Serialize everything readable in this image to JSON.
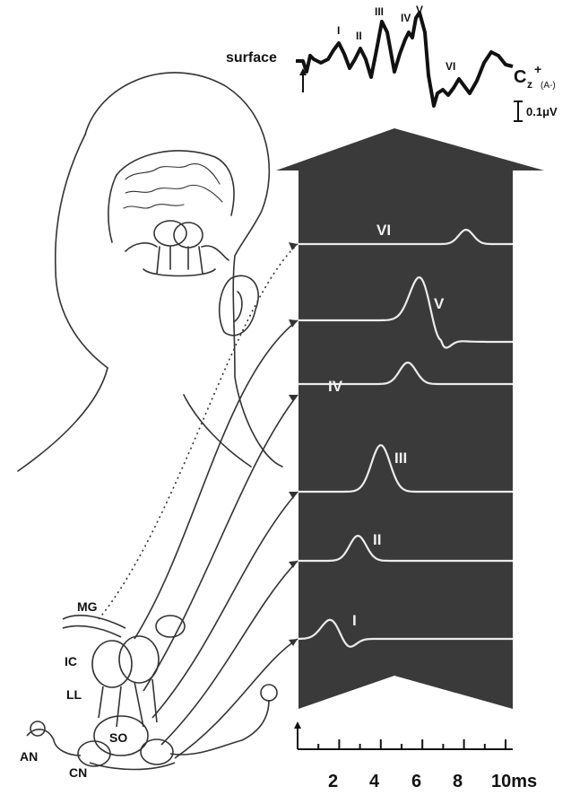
{
  "surface_trace": {
    "label": "surface",
    "electrode_label": "C",
    "electrode_sub": "z",
    "electrode_sup": "+",
    "electrode_ref": "(A-)",
    "scale_label": "0.1μV",
    "peak_labels": [
      "I",
      "II",
      "III",
      "IV",
      "V",
      "VI"
    ]
  },
  "panel": {
    "traces": [
      {
        "label": "VI",
        "peak_ms": 8.1,
        "color": "#ececec"
      },
      {
        "label": "V",
        "peak_ms": 5.9,
        "color": "#ececec"
      },
      {
        "label": "IV",
        "peak_ms": 5.3,
        "color": "#ececec"
      },
      {
        "label": "III",
        "peak_ms": 4.0,
        "color": "#ececec"
      },
      {
        "label": "II",
        "peak_ms": 2.9,
        "color": "#ececec"
      },
      {
        "label": "I",
        "peak_ms": 1.6,
        "color": "#ececec"
      }
    ],
    "background": "#3a3a3a"
  },
  "time_axis": {
    "ticks": [
      "2",
      "4",
      "6",
      "8",
      "10ms"
    ]
  },
  "anatomy": {
    "labels": [
      "MG",
      "IC",
      "LL",
      "SO",
      "AN",
      "CN"
    ]
  }
}
